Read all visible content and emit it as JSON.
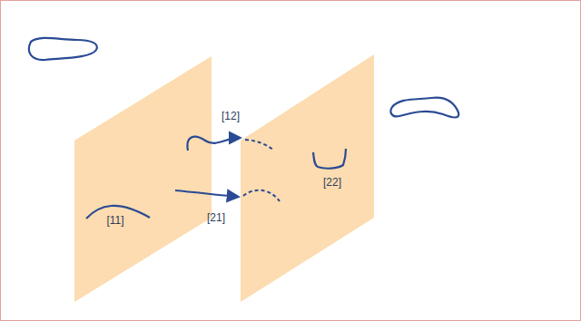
{
  "diagram": {
    "labels": [
      "[12]",
      "[22]",
      "[21]",
      "[11]"
    ]
  }
}
